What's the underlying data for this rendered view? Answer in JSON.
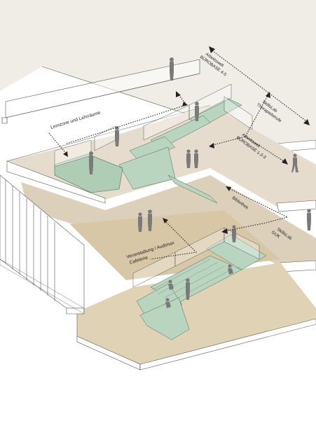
{
  "colors": {
    "background": "#ffffff",
    "upper_slab": "#f0ede6",
    "warm_floor": "#e6dccd",
    "mid_floor": "#ddd0bb",
    "atrium_floor": "#d8c7a7",
    "ground_floor": "#e0d2b4",
    "stair_glass": "#b9d4bf",
    "landing_glass": "#a8cbb1",
    "figure": "#7a7a7a",
    "line": "#333333"
  },
  "labels": {
    "arbeitswelt_upper": {
      "line1": "Arbeitswelt",
      "line2": "BÜROBASE 4-5"
    },
    "skillslab_thera": {
      "line1": "SkillsLab",
      "line2": "Therapieberufe"
    },
    "lernzone": "Lernzone und Lehrräume",
    "arbeitswelt_lower": {
      "line1": "Arbeitswelt",
      "line2": "BÜROBASE 1-2-3"
    },
    "bibliothek": "Bibliothek",
    "skillslab_guk": {
      "line1": "SkillsLab",
      "line2": "GUK"
    },
    "veranstaltung": {
      "line1": "Veranstaltung / Audimax",
      "line2": "Cafeteria"
    }
  },
  "icons": [
    "person-silhouette-icon",
    "arrowhead-icon"
  ]
}
